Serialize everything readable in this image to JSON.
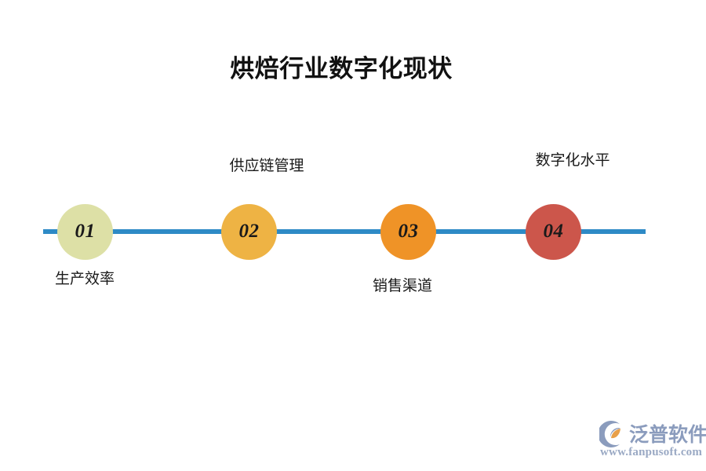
{
  "slide": {
    "title": "烘焙行业数字化现状",
    "background_color": "#ffffff"
  },
  "timeline": {
    "axis_color": "#2e8ac6",
    "nodes": [
      {
        "number": "01",
        "label": "生产效率",
        "color": "#dde0a6",
        "label_position": "below"
      },
      {
        "number": "02",
        "label": "供应链管理",
        "color": "#eeb344",
        "label_position": "above"
      },
      {
        "number": "03",
        "label": "销售渠道",
        "color": "#ef9327",
        "label_position": "below"
      },
      {
        "number": "04",
        "label": "数字化水平",
        "color": "#cc564b",
        "label_position": "above"
      }
    ]
  },
  "watermark": {
    "brand": "泛普软件",
    "url": "www.fanpusoft.com",
    "brand_color": "#8b9cbd",
    "accent_color": "#e8a04a"
  }
}
